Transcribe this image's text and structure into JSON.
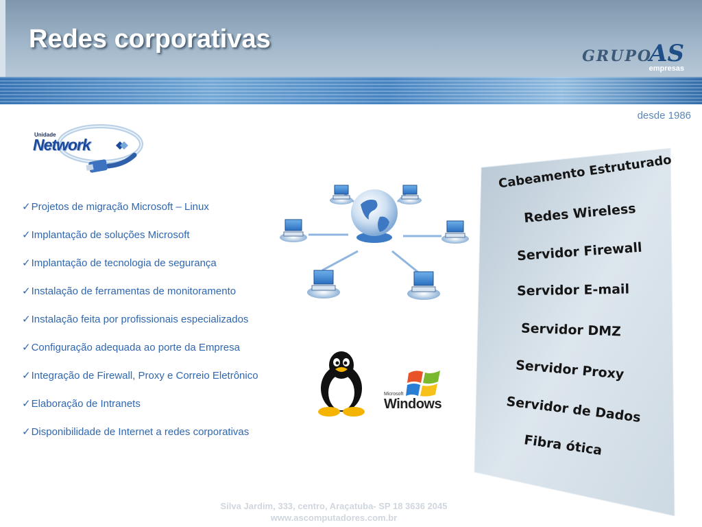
{
  "header": {
    "title": "Redes corporativas",
    "logo_grupo": "GRUPO",
    "logo_as": "AS",
    "logo_empresas": "empresas",
    "since": "desde 1986"
  },
  "unit_logo": {
    "unidade": "Unidade",
    "network": "Network"
  },
  "features": [
    "Projetos de migração Microsoft – Linux",
    "Implantação de soluções Microsoft",
    "Implantação de tecnologia de segurança",
    "Instalação de ferramentas de monitoramento",
    "Instalação feita por profissionais especializados",
    "Configuração adequada ao porte da Empresa",
    "Integração de Firewall, Proxy e Correio Eletrônico",
    "Elaboração de Intranets",
    "Disponibilidade de Internet a redes corporativas"
  ],
  "os_logos": {
    "microsoft": "Microsoft",
    "windows": "Windows"
  },
  "services": [
    "Cabeamento Estruturado",
    "Redes Wireless",
    "Servidor Firewall",
    "Servidor  E-mail",
    "Servidor DMZ",
    "Servidor  Proxy",
    "Servidor de Dados",
    "Fibra ótica"
  ],
  "footer": {
    "address": "Silva Jardim, 333, centro,  Araçatuba- SP  18 3636 2045",
    "website": "www.ascomputadores.com.br"
  },
  "colors": {
    "accent": "#2f67b1",
    "title": "#ffffff",
    "header_band": "#3f7fc0"
  }
}
